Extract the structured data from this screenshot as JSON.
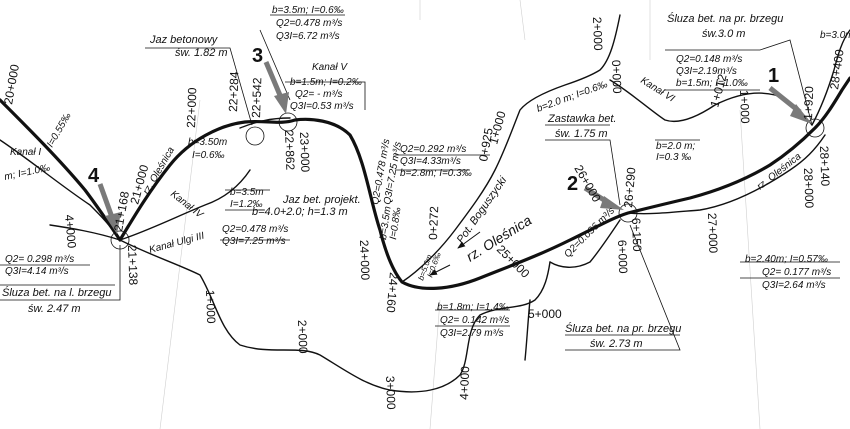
{
  "labels": {
    "p_b35_i06": "b=3.5m;   I=0.6‰",
    "p_q2_0478a": "Q2=0.478 m³/s",
    "p_q3_672": "Q3I=6.72 m³/s",
    "jaz_betonowy": "Jaz betonowy",
    "sw_182": "św. 1.82 m",
    "kanal_v": "Kanał V",
    "kv_b15": "b=1.5m;   I=0.2‰",
    "kv_q2": "Q2= -   m³/s",
    "kv_q3": "Q3I=0.53 m³/s",
    "sluza_pr_top": "Śluza bet. na pr. brzegu",
    "sw_30_a": "św.3.0 m",
    "sw_30_b": "b=3.0m",
    "kvi_q2": "Q2=0.148 m³/s",
    "kvi_q3": "Q3I=2.19m³/s",
    "kvi_b15": "b=1.5m;   I=1.0‰",
    "kvi_b20": "b=2.0 m;",
    "kvi_i03": "I=0.3 ‰",
    "kanal_vi": "Kanał VI",
    "b20_i06": "b=2.0 m;  I=0.6‰",
    "b35_left": "b=3.50m",
    "i06_left": "I=0.6‰",
    "rz_olesnica_small": "rz. Oleśnica",
    "kanal_i": "Kanał I",
    "ki_i055": "I=0.55‰",
    "ki_i10": "m;  I=1.0‰",
    "kanal_iv": "Kanał IV",
    "b35_mid": "b=3.5m",
    "i12_mid": "I=1.2‰",
    "jaz_projekt": "Jaz bet. projekt.",
    "jaz_projekt_b": "b=4.0+2.0;  h=1.3 m",
    "q2_0478b": "Q2=0.478 m³/s",
    "q3_725": "Q3I=7.25 m³/s",
    "vert_q2": "Q2=0.478 m³/s",
    "vert_q3": "Q3I=7.25 m³/s",
    "b35_vert": "b=3.5m",
    "i08_vert": "I=0.8‰",
    "pg_q2": "Q2=0.292 m³/s",
    "pg_q3": "Q3I=4.33m³/s",
    "pg_b28": "b=2.8m;  I=0.3‰",
    "pot_boguszycki": "Pot. Boguszycki",
    "rz_olesnica_big": "rz. Oleśnica",
    "zastawka": "Zastawka bet.",
    "sw_175": "św. 1.75 m",
    "q2_0036": "Q2=0.036 m³/s",
    "b50": "b=5.0m",
    "i06_small": "I=0.6‰",
    "rz_olesnica_right": "rz. Oleśnica",
    "b18": "b=1.8m;   I=1.4‰",
    "q2_0142": "Q2= 0.142 m³/s",
    "q3_279": "Q3I=2.79 m³/s",
    "sluza_pr_bottom": "Śluza bet. na pr. brzegu",
    "sw_273": "św. 2.73 m",
    "b240": "b=2.40m;  I=0.57‰",
    "q2_0177": "Q2= 0.177 m³/s",
    "q3_264": "Q3I=2.64 m³/s",
    "q2_0298": "Q2= 0.298 m³/s",
    "q3_414": "Q3I=4.14 m³/s",
    "sluza_l_brzeg": "Śluza bet. na l. brzegu",
    "sw_247": "św. 2.47 m",
    "kanal_ulgi": "Kanał Ulgi III"
  },
  "chainages": {
    "c20000": "20+000",
    "c22000": "22+000",
    "c22284": "22+284",
    "c22542": "22+542",
    "c22862": "22+862",
    "c23000": "23+000",
    "c21000": "21+000",
    "c21168": "21+168",
    "c21138": "21+138",
    "c24000": "24+000",
    "c24160": "24+160",
    "c25000": "25+000",
    "c26000": "26+000",
    "c26290": "26+290",
    "c6150": "6+150",
    "c6000": "6+000",
    "c5000": "5+000",
    "c27000": "27+000",
    "c28000": "28+000",
    "c28140": "28+140",
    "c1920": "1+920",
    "c28400": "28+400",
    "c1000_right": "1+000",
    "c1012": "1+012",
    "c2000_top": "2+000",
    "c0000": "0+000",
    "c1000_mid": "1+000",
    "c0925": "0+925",
    "c0272": "0+272",
    "c1000_low": "1+000",
    "c2000_low": "2+000",
    "c3000_low": "3+000",
    "c4000_low": "4+000",
    "c4000_left": "4+000"
  },
  "markers": {
    "m1": "1",
    "m2": "2",
    "m3": "3",
    "m4": "4"
  }
}
